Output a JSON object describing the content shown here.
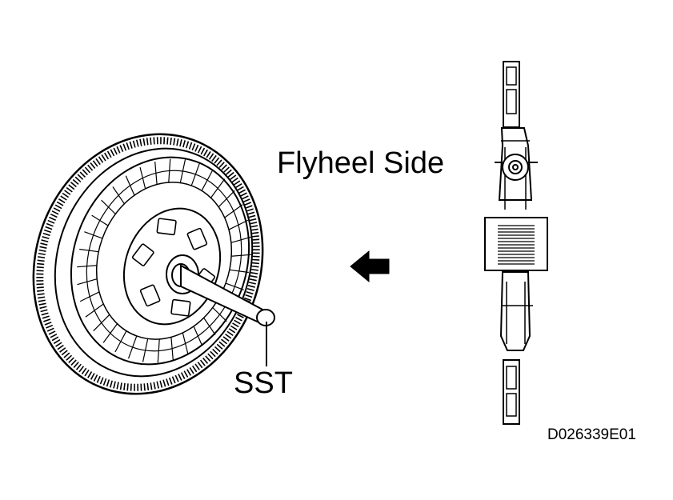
{
  "labels": {
    "side": "Flyheel Side",
    "tool": "SST",
    "figure_code": "D026339E01"
  },
  "colors": {
    "line": "#000000",
    "background": "#ffffff"
  },
  "icons": {
    "direction_arrow": "arrow-left-icon"
  }
}
